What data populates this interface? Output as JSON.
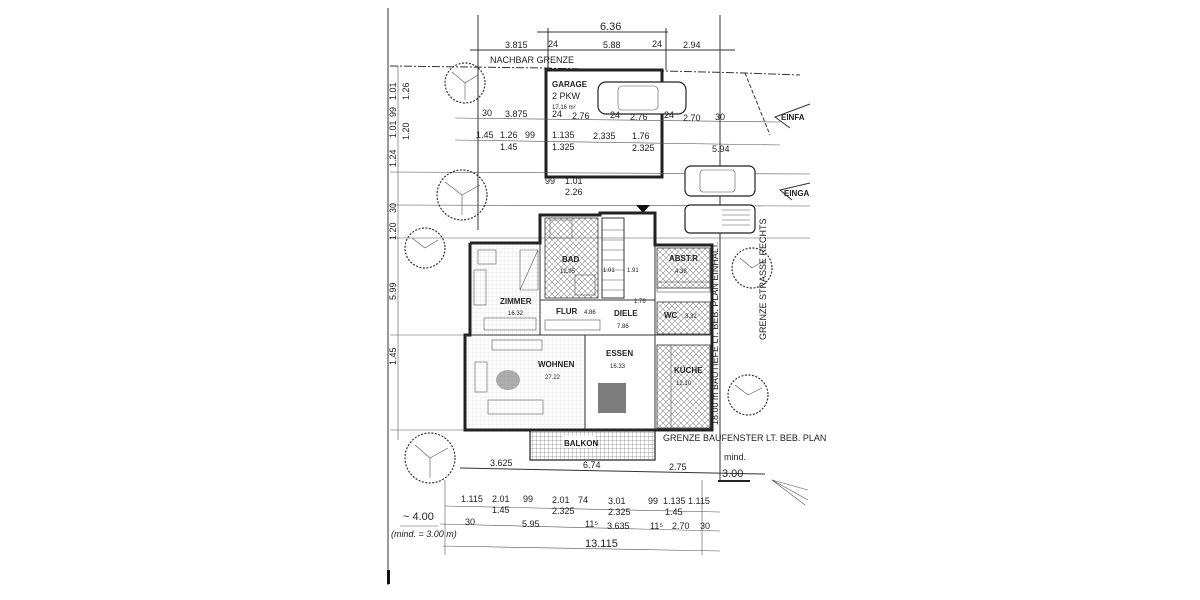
{
  "plan": {
    "top_dims": {
      "total": "6.36",
      "left": "3.815",
      "wall_a": "24",
      "garage": "5.88",
      "wall_b": "24",
      "right": "2.94"
    },
    "neighbor_boundary": "NACHBAR GRENZE",
    "garage": {
      "label": "GARAGE",
      "sub": "2 PKW",
      "area": "17.16 m²"
    },
    "garage_dims": {
      "a": "30",
      "b": "3.875",
      "c": "24",
      "d": "2.76",
      "e": "24",
      "f": "2.76",
      "g": "24",
      "h": "2.70",
      "i": "30",
      "j": "1.45",
      "k": "1.26",
      "l": "1.45",
      "m": "1.135",
      "n": "1.325",
      "o": "2.335",
      "p": "1.76",
      "q": "2.325",
      "r": "5.94",
      "s": "99",
      "t": "1.01",
      "u": "2.26"
    },
    "left_dims": [
      "1.24",
      "1.01",
      "99",
      "1.01",
      "1.26",
      "1.20",
      "30",
      "1.20",
      "5.99",
      "1.45"
    ],
    "entrance_top": "EINFA",
    "entrance_mid": "EINGA",
    "rooms": [
      {
        "label": "ZIMMER",
        "area": "16.32"
      },
      {
        "label": "BAD",
        "area": "12.95"
      },
      {
        "label": "ABST.R",
        "area": "4.38"
      },
      {
        "label": "FLUR",
        "area": "4.86"
      },
      {
        "label": "DIELE",
        "area": "7.86"
      },
      {
        "label": "WC",
        "area": "3.32"
      },
      {
        "label": "WOHNEN",
        "area": "27.22"
      },
      {
        "label": "ESSEN",
        "area": "16.33"
      },
      {
        "label": "KÜCHE",
        "area": "12.10"
      },
      {
        "label": "BALKON",
        "area": ""
      }
    ],
    "stair_dims": {
      "a": "1.01",
      "b": "1.91",
      "c": "1.76"
    },
    "side_note_road": "GRENZE STRASSE RECHTS",
    "depth_note": "18.00 m BAUTIEFE LT. BEB. PLAN EINHALT.",
    "building_window_note": "GRENZE BAUFENSTER LT. BEB. PLAN",
    "bottom_dims": {
      "row1": [
        "3.625",
        "6.74",
        "2.75"
      ],
      "min_label": "mind.",
      "min_value": "3.00",
      "row2": [
        "1.115",
        "2.01",
        "99",
        "2.01",
        "74",
        "3.01",
        "99",
        "1.135",
        "1.115"
      ],
      "row2b": [
        "1.45",
        "2.325",
        "2.325",
        "1.45"
      ],
      "row3": [
        "30",
        "5.95",
        "11⁵",
        "3.635",
        "11⁵",
        "2.70",
        "30"
      ],
      "total": "13.115",
      "setback": "~ 4.00",
      "setback_min": "(mind. = 3.00 m)"
    }
  }
}
